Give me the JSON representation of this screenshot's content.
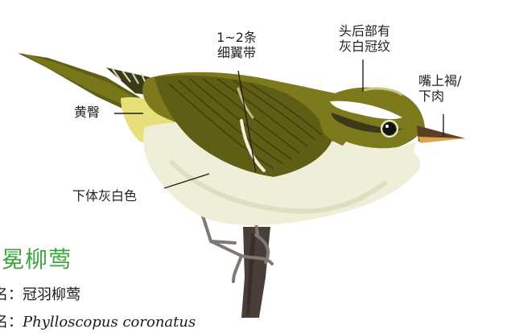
{
  "colors": {
    "title": "#3aa63a",
    "back": "#7c7a1c",
    "back_dark": "#5f5e14",
    "rump": "#e7e07a",
    "belly": "#efeed9",
    "branch": "#4a3e38",
    "leader": "#222222"
  },
  "callouts": {
    "wing_bar": {
      "line1": "1~2条",
      "line2": "细翼带"
    },
    "crown_stripe": {
      "line1": "头后部有",
      "line2": "灰白冠纹"
    },
    "bill": {
      "line1": "嘴上褐/",
      "line2": "下肉"
    },
    "rump": {
      "text": "黄臀"
    },
    "underparts": {
      "text": "下体灰白色"
    }
  },
  "species": {
    "title": "冕柳莺",
    "alias_line": "名：冠羽柳莺",
    "latin_prefix": "名：",
    "latin_name": "Phylloscopus coronatus"
  },
  "icons": {
    "illustration": "warbler-illustration",
    "branch": "branch-illustration"
  }
}
